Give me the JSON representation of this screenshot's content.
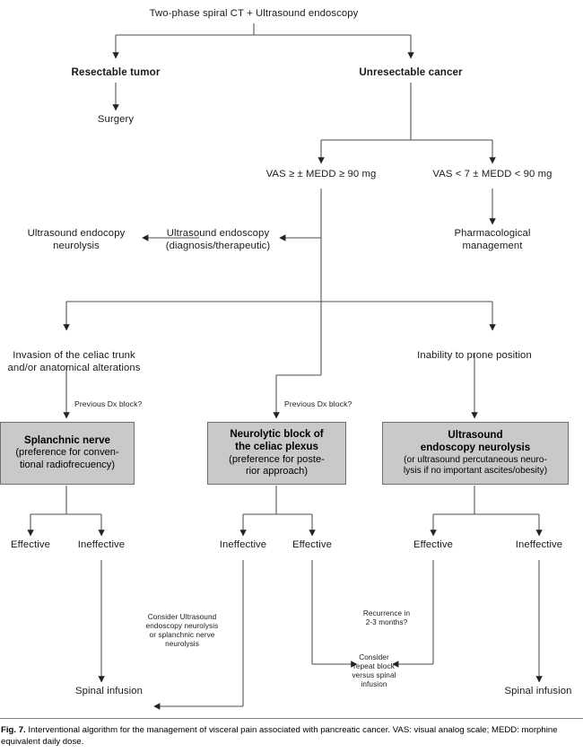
{
  "figure": {
    "label": "Fig. 7.",
    "caption": "Interventional algorithm for the management of visceral pain associated with pancreatic cancer. VAS: visual analog scale; MEDD: morphine equivalent daily dose."
  },
  "colors": {
    "box_fill": "#c9c9c9",
    "box_border": "#6f6f6f",
    "line": "#4d4d4d",
    "text": "#1a1a1a",
    "background": "#ffffff"
  },
  "nodes": {
    "root": "Two-phase spiral CT + Ultrasound endoscopy",
    "resectable": "Resectable tumor",
    "unresectable": "Unresectable cancer",
    "surgery": "Surgery",
    "vas_high": "VAS ≥ ± MEDD ≥ 90 mg",
    "vas_low": "VAS < 7 ± MEDD < 90 mg",
    "us_endoscopy": "Ultrasound endoscopy\n(diagnosis/therapeutic)",
    "us_neurolysis": "Ultrasound endocopy\nneurolysis",
    "pharmacological": "Pharmacological\nmanagement",
    "invasion": "Invasion of the celiac trunk\nand/or anatomical alterations",
    "inability": "Inability to prone position",
    "prev_dx_1": "Previous Dx block?",
    "prev_dx_2": "Previous Dx block?"
  },
  "boxes": [
    {
      "id": "splanchnic",
      "title": "Splanchnic nerve",
      "subtitle": "(preference for conven-\ntional radiofrecuency)"
    },
    {
      "id": "neurolytic",
      "title": "Neurolytic block of\nthe celiac plexus",
      "subtitle": "(preference for poste-\nrior approach)"
    },
    {
      "id": "ultrasound",
      "title": "Ultrasound\nendoscopy neurolysis",
      "subtitle": "(or ultrasound percutaneous neuro-\nlysis if no important ascites/obesity)"
    }
  ],
  "outcomes": {
    "b1_left": "Effective",
    "b1_right": "Ineffective",
    "b2_left": "Ineffective",
    "b2_right": "Effective",
    "b3_left": "Effective",
    "b3_right": "Ineffective"
  },
  "annotations": {
    "consider_us": "Consider Ultrasound\nendoscopy neurolysis\nor splanchnic nerve\nneurolysis",
    "recurrence": "Recurrence in\n2-3 months?",
    "consider_repeat": "Consider\nrepeat block\nversus spinal\ninfusion"
  },
  "terminals": {
    "spinal_left": "Spinal infusion",
    "spinal_right": "Spinal infusion"
  }
}
